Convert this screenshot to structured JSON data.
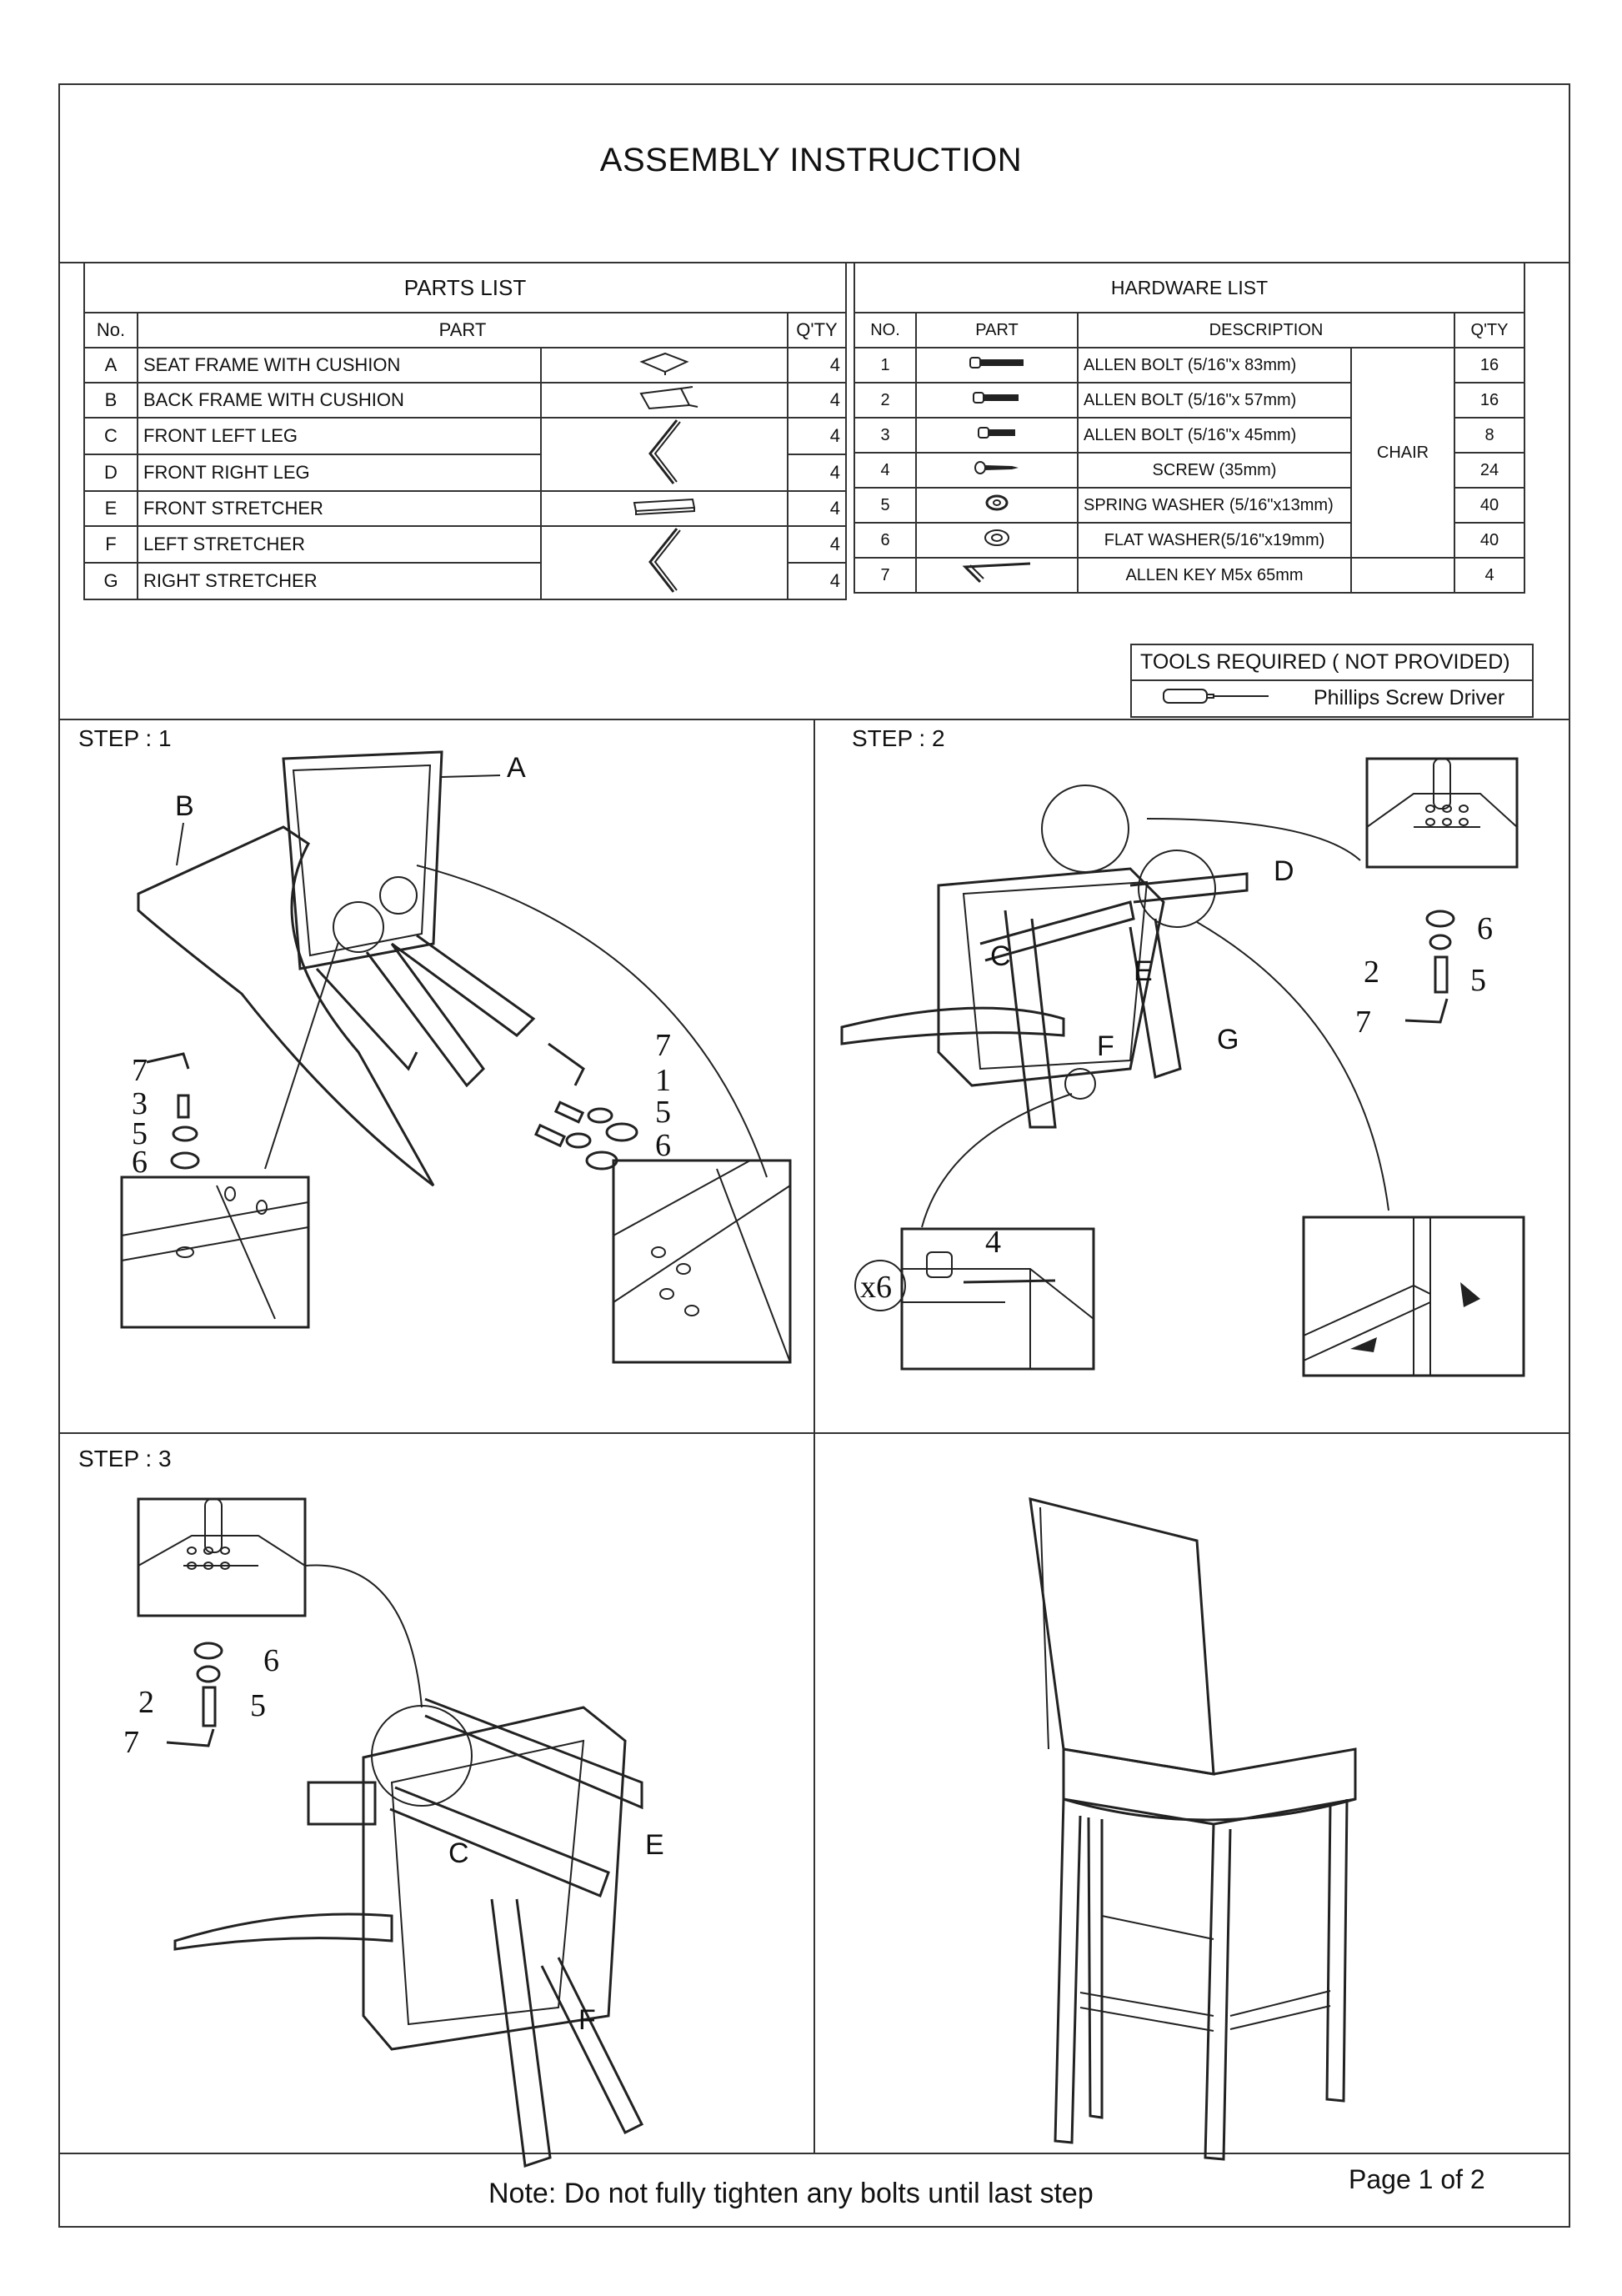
{
  "title": "ASSEMBLY INSTRUCTION",
  "parts_list": {
    "caption": "PARTS LIST",
    "headers": {
      "no": "No.",
      "part": "PART",
      "qty": "Q'TY"
    },
    "rows": [
      {
        "no": "A",
        "part": "SEAT FRAME WITH CUSHION",
        "qty": "4"
      },
      {
        "no": "B",
        "part": "BACK FRAME WITH CUSHION",
        "qty": "4"
      },
      {
        "no": "C",
        "part": "FRONT LEFT LEG",
        "qty": "4"
      },
      {
        "no": "D",
        "part": "FRONT RIGHT LEG",
        "qty": "4"
      },
      {
        "no": "E",
        "part": "FRONT STRETCHER",
        "qty": "4"
      },
      {
        "no": "F",
        "part": "LEFT STRETCHER",
        "qty": "4"
      },
      {
        "no": "G",
        "part": "RIGHT STRETCHER",
        "qty": "4"
      }
    ]
  },
  "hardware_list": {
    "caption": "HARDWARE LIST",
    "headers": {
      "no": "NO.",
      "part": "PART",
      "description": "DESCRIPTION",
      "qty": "Q'TY"
    },
    "group_label": "CHAIR",
    "rows": [
      {
        "no": "1",
        "description": "ALLEN BOLT (5/16\"x 83mm)",
        "qty": "16"
      },
      {
        "no": "2",
        "description": "ALLEN BOLT (5/16\"x 57mm)",
        "qty": "16"
      },
      {
        "no": "3",
        "description": "ALLEN BOLT (5/16\"x 45mm)",
        "qty": "8"
      },
      {
        "no": "4",
        "description": "SCREW (35mm)",
        "qty": "24"
      },
      {
        "no": "5",
        "description": "SPRING WASHER (5/16\"x13mm)",
        "qty": "40"
      },
      {
        "no": "6",
        "description": "FLAT WASHER(5/16\"x19mm)",
        "qty": "40"
      },
      {
        "no": "7",
        "description": "ALLEN KEY M5x 65mm",
        "qty": "4"
      }
    ]
  },
  "tools": {
    "header": "TOOLS REQUIRED ( NOT PROVIDED)",
    "item": "Phillips Screw Driver"
  },
  "steps": {
    "step1": "STEP : 1",
    "step2": "STEP : 2",
    "step3": "STEP : 3"
  },
  "labels": {
    "a": "A",
    "b": "B",
    "c": "C",
    "d": "D",
    "e": "E",
    "f": "F",
    "g": "G",
    "n1": "1",
    "n2": "2",
    "n3": "3",
    "n4": "4",
    "n5": "5",
    "n6": "6",
    "n7": "7",
    "x6": "x6"
  },
  "footer": {
    "note": "Note: Do not fully tighten any bolts until last step",
    "page": "Page 1 of 2"
  }
}
